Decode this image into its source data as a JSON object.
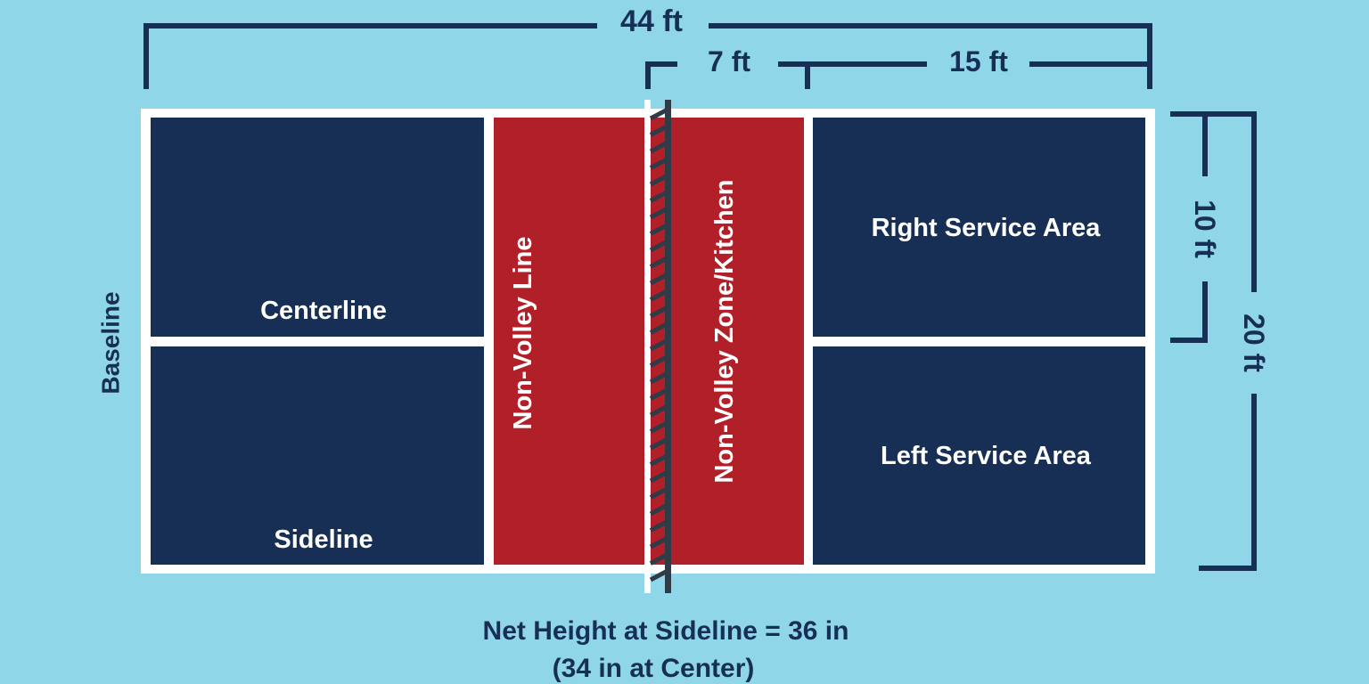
{
  "colors": {
    "background": "#8fd7e8",
    "court_blue": "#172f55",
    "kitchen_red": "#b11f29",
    "line_white": "#ffffff",
    "dimension": "#172f55",
    "net": "#2f3c48"
  },
  "dimensions": {
    "length_total": "44 ft",
    "kitchen_depth": "7 ft",
    "service_depth": "15 ft",
    "service_width": "10 ft",
    "court_width": "20 ft"
  },
  "labels": {
    "baseline": "Baseline",
    "centerline": "Centerline",
    "sideline": "Sideline",
    "non_volley_line": "Non-Volley Line",
    "non_volley_zone": "Non-Volley Zone/Kitchen",
    "right_service_area": "Right Service Area",
    "left_service_area": "Left Service Area"
  },
  "net_note": {
    "line1": "Net Height at Sideline = 36 in",
    "line2": "(34 in at Center)"
  }
}
